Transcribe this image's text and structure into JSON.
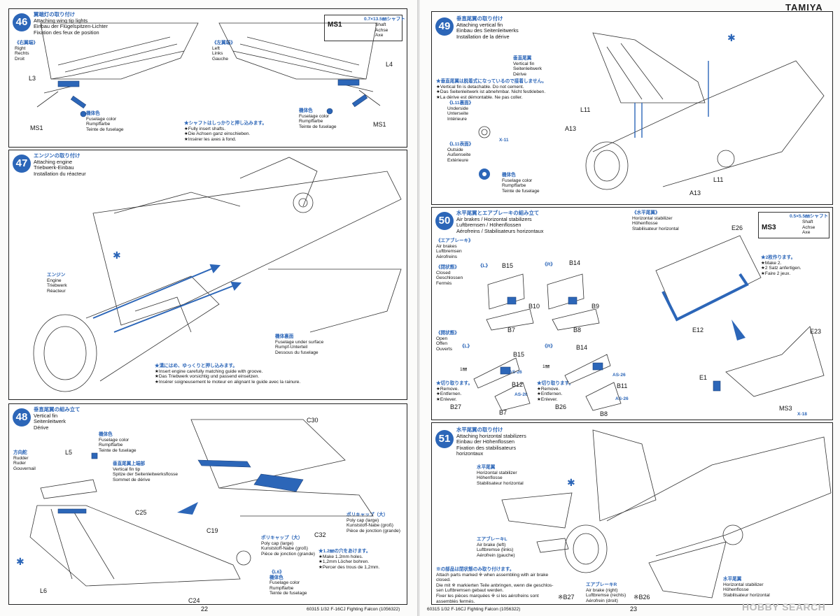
{
  "brand": "TAMIYA",
  "pages": {
    "left": "22",
    "right": "23"
  },
  "footer": {
    "left": "60315  1/32 F-16CJ Fighting Falcon (1056322)",
    "right": "60315  1/32 F-16CJ Fighting Falcon (1056322)"
  },
  "watermark": "HOBBY SEARCH",
  "s46": {
    "num": "46",
    "title": [
      "翼端灯の取り付け",
      "Attaching wing tip lights",
      "Einbau der Flügelspitzen-Lichter",
      "Fixation des feux de position"
    ],
    "shaft": {
      "code": "MS1",
      "size": "0.7×13.5㎜シャフト",
      "lines": [
        "Shaft",
        "Achse",
        "Axe"
      ]
    },
    "right": [
      "《右翼端》",
      "Right",
      "Rechts",
      "Droit"
    ],
    "left": [
      "《左翼端》",
      "Left",
      "Links",
      "Gauche"
    ],
    "color1": [
      "機体色",
      "Fuselage color",
      "Rumpffarbe",
      "Teinte de fuselage"
    ],
    "color2": [
      "機体色",
      "Fuselage color",
      "Rumpffarbe",
      "Teinte de fuselage"
    ],
    "note": [
      "★シャフトはしっかりと押し込みます。",
      "★Fully insert shafts.",
      "★Die Achsen ganz einschieben.",
      "★Insérer les axes à fond."
    ],
    "parts": {
      "l3": "L3",
      "l4": "L4",
      "ms1a": "MS1",
      "ms1b": "MS1"
    }
  },
  "s47": {
    "num": "47",
    "title": [
      "エンジンの取り付け",
      "Attaching engine",
      "Triebwerk-Einbau",
      "Installation du réacteur"
    ],
    "engine": [
      "エンジン",
      "Engine",
      "Triebwerk",
      "Réacteur"
    ],
    "under": [
      "機体裏面",
      "Fuselage under surface",
      "Rumpf-Unterteil",
      "Dessous du fuselage"
    ],
    "note": [
      "★溝にはめ、ゆっくりと押し込みます。",
      "★Insert engine carefully matching guide with groove.",
      "★Das Triebwerk vorsichtig und passend einsetzen.",
      "★Insérer soigneusement le moteur en alignant le guide avec la rainure."
    ]
  },
  "s48": {
    "num": "48",
    "title": [
      "垂直尾翼の組み立て",
      "Vertical fin",
      "Seitenleitwerk",
      "Dérive"
    ],
    "color1": [
      "機体色",
      "Fuselage color",
      "Rumpffarbe",
      "Teinte de fuselage"
    ],
    "tip": [
      "垂直尾翼上端部",
      "Vertical fin tip",
      "Spitze der Seitenleitwerksflosse",
      "Sommet de dérive"
    ],
    "rudder": [
      "方向舵",
      "Rudder",
      "Ruder",
      "Gouvernail"
    ],
    "polycapL1": [
      "ポリキャップ（大）",
      "Poly cap (large)",
      "Kunststoff-Nabe (groß)",
      "Pièce de jonction (grande)"
    ],
    "polycapL2": [
      "ポリキャップ（大）",
      "Poly cap (large)",
      "Kunststoff-Nabe (groß)",
      "Pièce de jonction (grande)"
    ],
    "holes": [
      "★1.2㎜の穴をあけます。",
      "★Make 1.2mm holes.",
      "★1,2mm Löcher bohren.",
      "★Percer des trous de 1,2mm."
    ],
    "l6color": [
      "《L6》",
      "機体色",
      "Fuselage color",
      "Rumpffarbe",
      "Teinte de fuselage"
    ],
    "parts": {
      "l5": "L5",
      "l6": "L6",
      "c25": "C25",
      "c19": "C19",
      "c24": "C24",
      "c30": "C30",
      "c32": "C32"
    }
  },
  "s49": {
    "num": "49",
    "title": [
      "垂直尾翼の取り付け",
      "Attaching vertical fin",
      "Einbau des Seitenleitwerks",
      "Installation de la dérive"
    ],
    "fin": [
      "垂直尾翼",
      "Vertical fin",
      "Seitenleitwerk",
      "Dérive"
    ],
    "note": [
      "★垂直尾翼は脱着式になっているので接着しません。",
      "★Vertical fin is detachable. Do not cement.",
      "★Das Seitenleitwerk ist abnehmbar. Nicht festkleben.",
      "★La dérive est démontable. Ne pas coller."
    ],
    "under": [
      "《L11裏面》",
      "Underside",
      "Unterseite",
      "Intérieure"
    ],
    "outside": [
      "《L11表面》",
      "Outside",
      "Außenseite",
      "Extérieure"
    ],
    "color": [
      "機体色",
      "Fuselage color",
      "Rumpffarbe",
      "Teinte de fuselage"
    ],
    "parts": {
      "l11a": "L11",
      "a13a": "A13",
      "a13b": "A13",
      "l11b": "L11",
      "x11": "X-11"
    }
  },
  "s50": {
    "num": "50",
    "title": [
      "水平尾翼とエアブレーキの組み立て",
      "Air brakes / Horizontal stabilizers",
      "Luftbremsen / Höhenflossen",
      "Aérofreins / Stabilisateurs horizontaux"
    ],
    "airbrakes": [
      "《エアブレーキ》",
      "Air brakes",
      "Luftbremsen",
      "Aérofreins"
    ],
    "closed": [
      "《閉状態》",
      "Closed",
      "Geschlossen",
      "Fermés"
    ],
    "open": [
      "《開状態》",
      "Open",
      "Offen",
      "Ouverts"
    ],
    "hstab": [
      "《水平尾翼》",
      "Horizontal stabilizer",
      "Höhenflosse",
      "Stabilisateur horizontal"
    ],
    "shaft": {
      "code": "MS3",
      "size": "0.5×5.5㎜シャフト",
      "lines": [
        "Shaft",
        "Achse",
        "Axe"
      ]
    },
    "make2": [
      "★2枚作ります。",
      "★Make 2.",
      "★2 Satz anfertigen.",
      "★Faire 2 jeux."
    ],
    "remove1": [
      "★切り取ります。",
      "★Remove.",
      "★Entfernen.",
      "★Enlever."
    ],
    "remove2": [
      "★切り取ります。",
      "★Remove.",
      "★Entfernen.",
      "★Enlever."
    ],
    "sideL": "《L》",
    "sideR": "《R》",
    "sideL2": "《L》",
    "sideR2": "《R》",
    "mm1": "1㎜",
    "mm2": "1㎜",
    "parts": {
      "b15a": "B15",
      "b14a": "B14",
      "b10": "B10",
      "b9": "B9",
      "b7a": "B7",
      "b8a": "B8",
      "b15b": "B15",
      "b14b": "B14",
      "b12": "B12",
      "b11": "B11",
      "as26a": "AS-26",
      "as26b": "AS-26",
      "as26c": "AS-26",
      "as26d": "AS-26",
      "b27": "B27",
      "b26": "B26",
      "b7b": "B7",
      "b8b": "B8",
      "e26": "E26",
      "e12": "E12",
      "e23": "E23",
      "e1": "E1",
      "ms3": "MS3",
      "x18": "X-18"
    }
  },
  "s51": {
    "num": "51",
    "title": [
      "水平尾翼の取り付け",
      "Attaching horizontal stabilizers",
      "Einbau der Höhenflossen",
      "Fixation des stabilisateurs",
      "horizontaux"
    ],
    "hstab1": [
      "水平尾翼",
      "Horizontal stabilizer",
      "Höhenflosse",
      "Stabilisateur horizontal"
    ],
    "abL": [
      "エアブレーキL",
      "Air brake (left)",
      "Luftbremse (links)",
      "Aérofrein (gauche)"
    ],
    "abR": [
      "エアブレーキR",
      "Air brake (right)",
      "Luftbremse (rechts)",
      "Aérofrein (droit)"
    ],
    "hstab2": [
      "水平尾翼",
      "Horizontal stabilizer",
      "Höhenflosse",
      "Stabilisateur horizontal"
    ],
    "note": [
      "※の部品は閉状態のみ取り付けます。",
      "Attach parts marked ※ when assembling with air brake",
      "closed.",
      "Die mit ※ markierten Teile anbringen, wenn die geschlos-",
      "sen Luftbremsen gebaut werden.",
      "Fixer les pièces marquées ※ si les aérofreins sont",
      "assemblés fermés."
    ],
    "parts": {
      "b27": "※B27",
      "b26": "※B26"
    }
  }
}
